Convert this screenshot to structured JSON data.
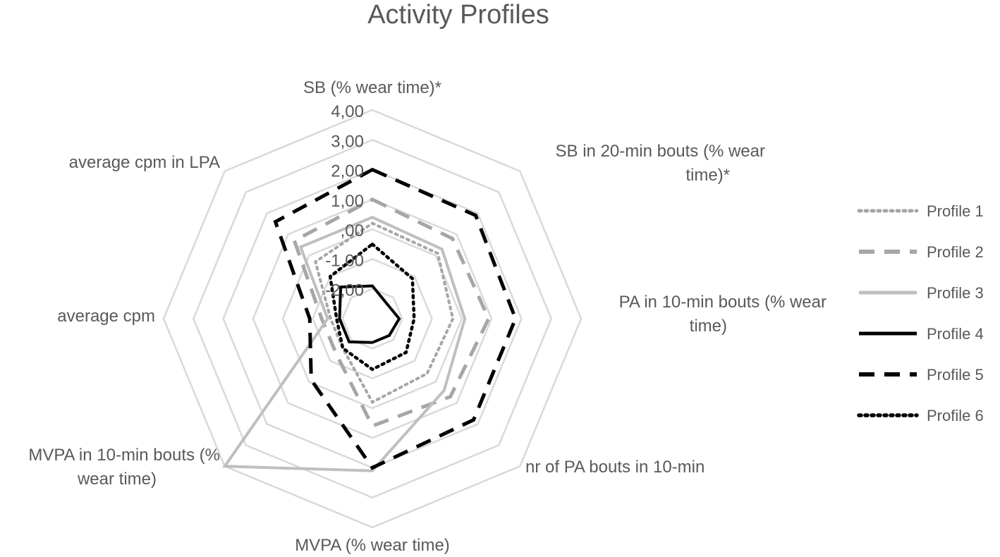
{
  "chart_data": {
    "type": "radar",
    "title": "Activity Profiles",
    "axes": [
      [
        "SB (% wear time)*"
      ],
      [
        "SB in 20-min bouts (% wear",
        "time)*"
      ],
      [
        "PA in 10-min bouts (% wear",
        "time)"
      ],
      [
        "nr of PA bouts in 10-min"
      ],
      [
        "MVPA (% wear time)"
      ],
      [
        "MVPA in 10-min bouts (%",
        "wear time)"
      ],
      [
        "average cpm"
      ],
      [
        "average cpm in LPA"
      ]
    ],
    "rlim": [
      -3,
      4
    ],
    "ticks": [
      "-2,00",
      "-1,00",
      ",00",
      "1,00",
      "2,00",
      "3,00",
      "4,00"
    ],
    "tick_values": [
      -2,
      -1,
      0,
      1,
      2,
      3,
      4
    ],
    "grid": true,
    "legend_position": "right",
    "series": [
      {
        "name": "Profile 1",
        "values": [
          0.2,
          0.1,
          -0.3,
          -0.4,
          -0.2,
          -1.6,
          -1.6,
          -0.3
        ],
        "color": "#a6a6a6",
        "dash": "3,6",
        "width": 4,
        "linecap": "round"
      },
      {
        "name": "Profile 2",
        "values": [
          1.0,
          0.8,
          0.9,
          0.7,
          0.6,
          -1.3,
          -1.3,
          0.7
        ],
        "color": "#a6a6a6",
        "dash": "22,14",
        "width": 5,
        "linecap": "butt"
      },
      {
        "name": "Profile 3",
        "values": [
          0.4,
          0.3,
          0.1,
          0.4,
          2.1,
          4.0,
          -1.5,
          0.4
        ],
        "color": "#bfbfbf",
        "dash": "",
        "width": 4,
        "linecap": "butt"
      },
      {
        "name": "Profile 4",
        "values": [
          -1.9,
          -2.3,
          -2.1,
          -2.2,
          -2.2,
          -1.9,
          -1.9,
          -1.5
        ],
        "color": "#000000",
        "dash": "",
        "width": 4,
        "linecap": "butt"
      },
      {
        "name": "Profile 5",
        "values": [
          2.0,
          1.9,
          1.8,
          1.8,
          2.0,
          -0.1,
          -0.9,
          1.6
        ],
        "color": "#000000",
        "dash": "22,14",
        "width": 5,
        "linecap": "butt"
      },
      {
        "name": "Profile 6",
        "values": [
          -0.5,
          -1.1,
          -1.6,
          -1.4,
          -1.3,
          -1.6,
          -1.8,
          -1.0
        ],
        "color": "#000000",
        "dash": "3,6",
        "width": 4.5,
        "linecap": "round"
      }
    ]
  }
}
